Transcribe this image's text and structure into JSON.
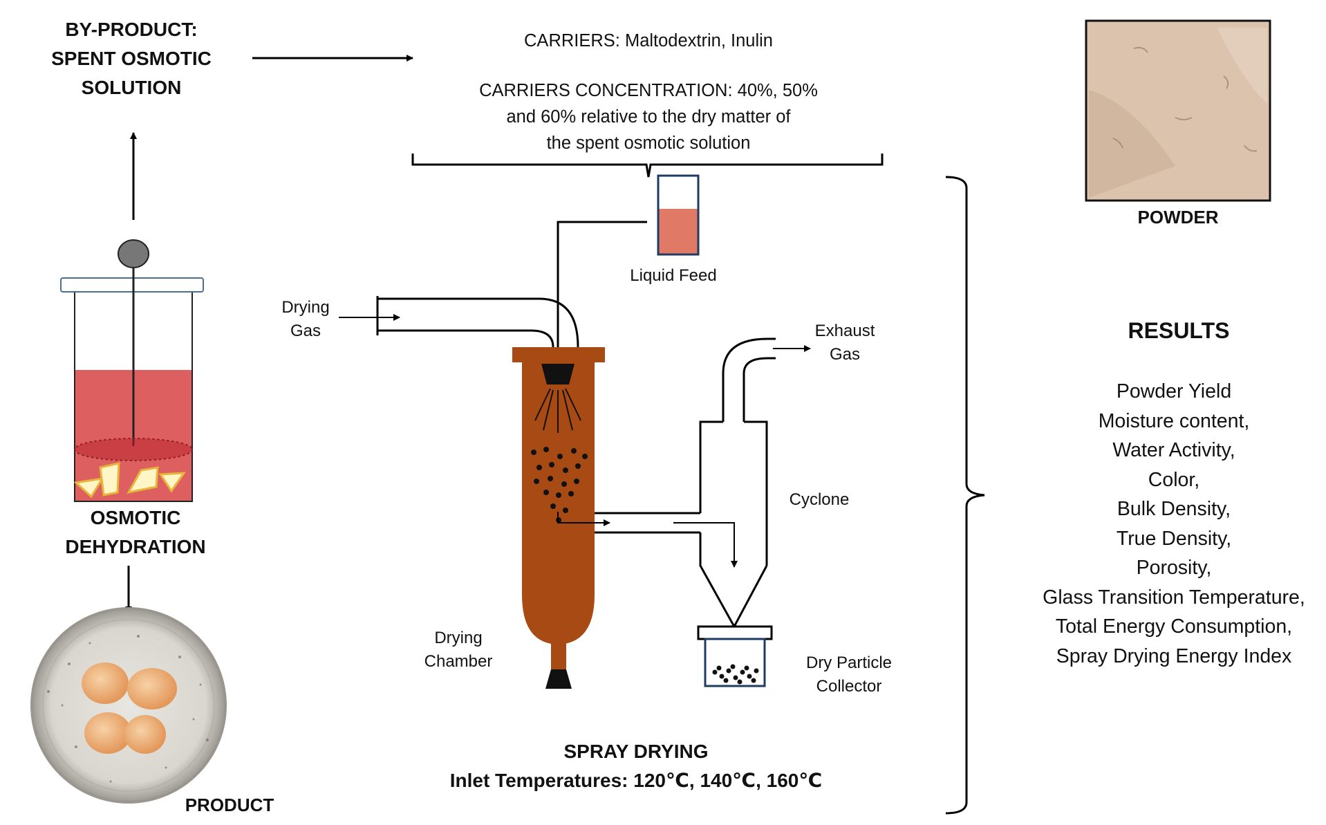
{
  "byproduct": {
    "line1": "BY-PRODUCT:",
    "line2": "SPENT OSMOTIC",
    "line3": "SOLUTION"
  },
  "carriers": {
    "line1": "CARRIERS: Maltodextrin, Inulin",
    "line2": "CARRIERS CONCENTRATION: 40%, 50%",
    "line3": "and 60%  relative to the dry matter of",
    "line4": "the spent osmotic solution"
  },
  "osmotic": {
    "line1": "OSMOTIC",
    "line2": "DEHYDRATION"
  },
  "product_label": "PRODUCT",
  "powder_label": "POWDER",
  "spray": {
    "liquid_feed": "Liquid Feed",
    "drying_gas": {
      "line1": "Drying",
      "line2": "Gas"
    },
    "exhaust_gas": {
      "line1": "Exhaust",
      "line2": "Gas"
    },
    "cyclone": "Cyclone",
    "drying_chamber": {
      "line1": "Drying",
      "line2": "Chamber"
    },
    "collector": {
      "line1": "Dry Particle",
      "line2": "Collector"
    },
    "title": "SPRAY DRYING",
    "inlet": "Inlet Temperatures: 120℃, 140℃,  160℃"
  },
  "results": {
    "title": "RESULTS",
    "items": [
      "Powder Yield",
      "Moisture content,",
      "Water Activity,",
      "Color,",
      "Bulk Density,",
      "True Density,",
      "Porosity,",
      "Glass Transition Temperature,",
      "Total Energy Consumption,",
      "Spray Drying Energy Index"
    ]
  },
  "colors": {
    "solution": "#de5f5f",
    "feed_liquid": "#e07a66",
    "chamber": "#a84a14",
    "fruit": "#fff6c7",
    "powder": "#dcc3ad"
  }
}
